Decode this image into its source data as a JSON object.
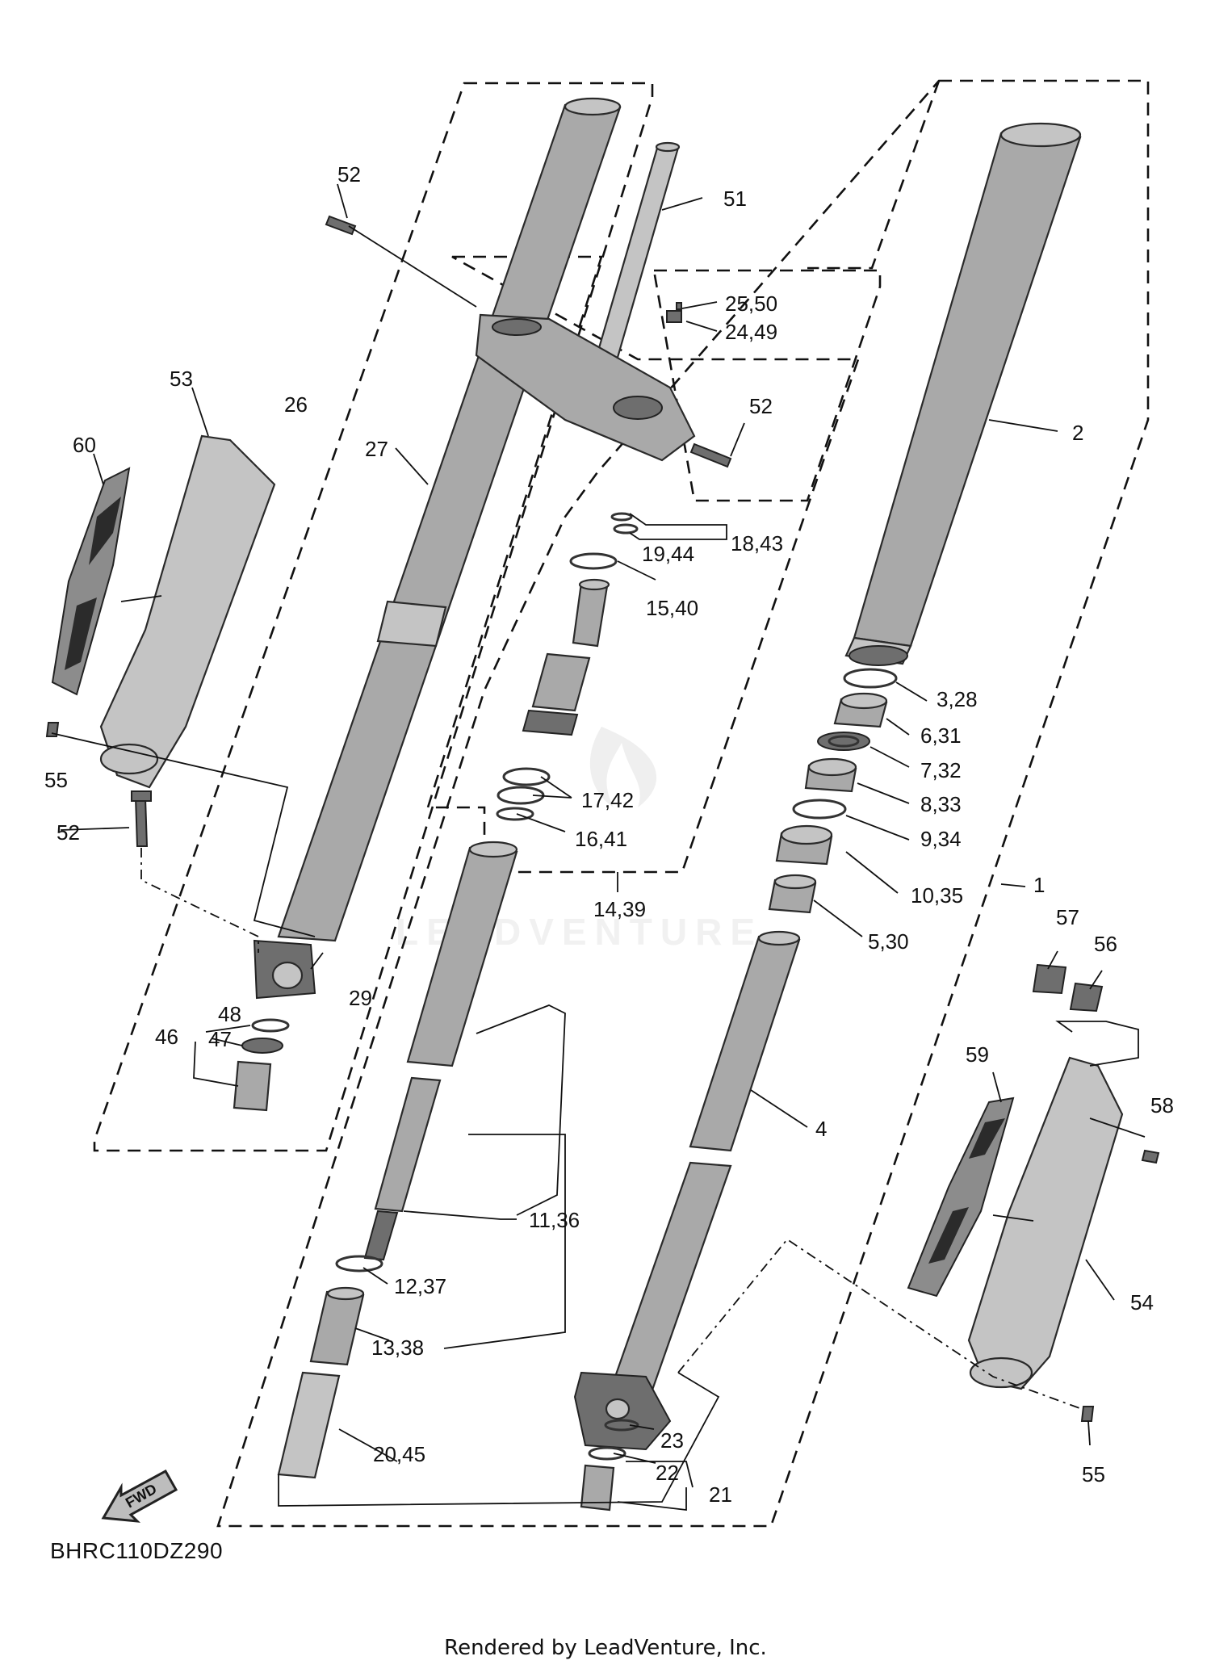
{
  "diagram_code": "BHRC110DZ290",
  "footer": "Rendered by LeadVenture, Inc.",
  "watermark": "LEADVENTURE",
  "fwd_label": "FWD",
  "callouts": {
    "c1": "1",
    "c2": "2",
    "c3_28": "3,28",
    "c4": "4",
    "c5_30": "5,30",
    "c6_31": "6,31",
    "c7_32": "7,32",
    "c8_33": "8,33",
    "c9_34": "9,34",
    "c10_35": "10,35",
    "c11_36": "11,36",
    "c12_37": "12,37",
    "c13_38": "13,38",
    "c14_39": "14,39",
    "c15_40": "15,40",
    "c16_41": "16,41",
    "c17_42": "17,42",
    "c18_43": "18,43",
    "c19_44": "19,44",
    "c20_45": "20,45",
    "c21": "21",
    "c22": "22",
    "c23": "23",
    "c24_49": "24,49",
    "c25_50": "25,50",
    "c26": "26",
    "c27": "27",
    "c29": "29",
    "c46": "46",
    "c47": "47",
    "c48": "48",
    "c51": "51",
    "c52": "52",
    "c53": "53",
    "c54": "54",
    "c55": "55",
    "c56": "56",
    "c57": "57",
    "c58": "58",
    "c59": "59",
    "c60": "60"
  }
}
